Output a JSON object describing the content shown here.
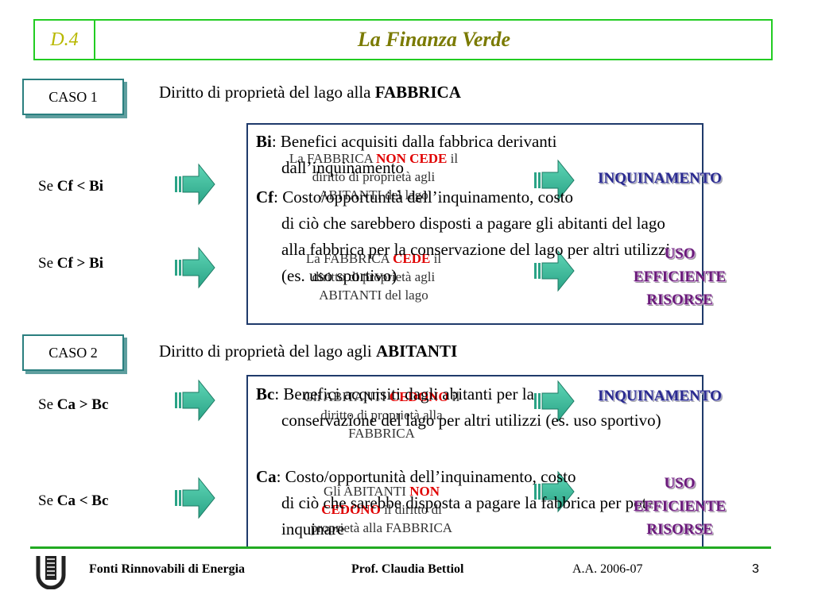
{
  "header": {
    "code": "D.4",
    "title": "La Finanza Verde"
  },
  "case1": {
    "label": "CASO 1",
    "title_prefix": "Diritto di proprietà del lago alla ",
    "title_bold": "FABBRICA",
    "row1": {
      "se": "Se ",
      "cond": "Cf < Bi",
      "result": "INQUINAMENTO"
    },
    "row2": {
      "se": "Se ",
      "cond": "Cf > Bi",
      "result_lines": [
        "USO",
        "EFFICIENTE",
        "RISORSE"
      ]
    },
    "ghost1": {
      "a": "La FABBRICA ",
      "b": "NON CEDE",
      "c": " il",
      "line2": "diritto di proprietà agli",
      "line3": "ABITANTI del lago"
    },
    "ghost2": {
      "a": "La FABBRICA ",
      "b": "CEDE",
      "c": " il",
      "line2": "diritto di proprietà agli",
      "line3": "ABITANTI del lago"
    },
    "def_bi": {
      "key": "Bi",
      "text": ": Benefici acquisiti dalla fabbrica derivanti",
      "cont": "dall’inquinamento"
    },
    "def_cf": {
      "key": "Cf",
      "text": ": Costo/opportunità dell’inquinamento, costo",
      "cont": "di ciò che sarebbero disposti a pagare gli abitanti del lago alla fabbrica per la conservazione del lago per altri utilizzi (es. uso sportivo)"
    }
  },
  "case2": {
    "label": "CASO 2",
    "title_prefix": "Diritto di proprietà del lago agli ",
    "title_bold": "ABITANTI",
    "row1": {
      "se": "Se ",
      "cond": "Ca > Bc",
      "result": "INQUINAMENTO"
    },
    "row2": {
      "se": "Se ",
      "cond": "Ca < Bc",
      "result_lines": [
        "USO",
        "EFFICIENTE",
        "RISORSE"
      ]
    },
    "ghost1": {
      "a": "Gli ABITANTI ",
      "b": "CEDONO",
      "c": " il",
      "line2": "diritto di proprietà alla",
      "line3": "FABBRICA"
    },
    "ghost2": {
      "a": "Gli ABITANTI ",
      "b": "NON",
      "line2b": "CEDONO",
      "c": " il diritto di",
      "line3": "proprietà alla FABBRICA"
    },
    "def_bc": {
      "key": "Bc",
      "text": ": Benefici acquisiti dagli abitanti per la",
      "cont": "conservazione del lago per altri utilizzi (es. uso sportivo)"
    },
    "def_ca": {
      "key": "Ca",
      "text": ": Costo/opportunità dell’inquinamento, costo",
      "cont": "di ciò che sarebbe disposta a pagare la fabbrica per poter inquinare"
    }
  },
  "footer": {
    "course": "Fonti Rinnovabili di Energia",
    "prof": "Prof. Claudia Bettiol",
    "year": "A.A. 2006-07",
    "page": "3"
  },
  "colors": {
    "header_border": "#22cc22",
    "red_emphasis": "#e00000",
    "arrow_fill": "#3fbf9f",
    "box_border": "#1f3a6b"
  }
}
